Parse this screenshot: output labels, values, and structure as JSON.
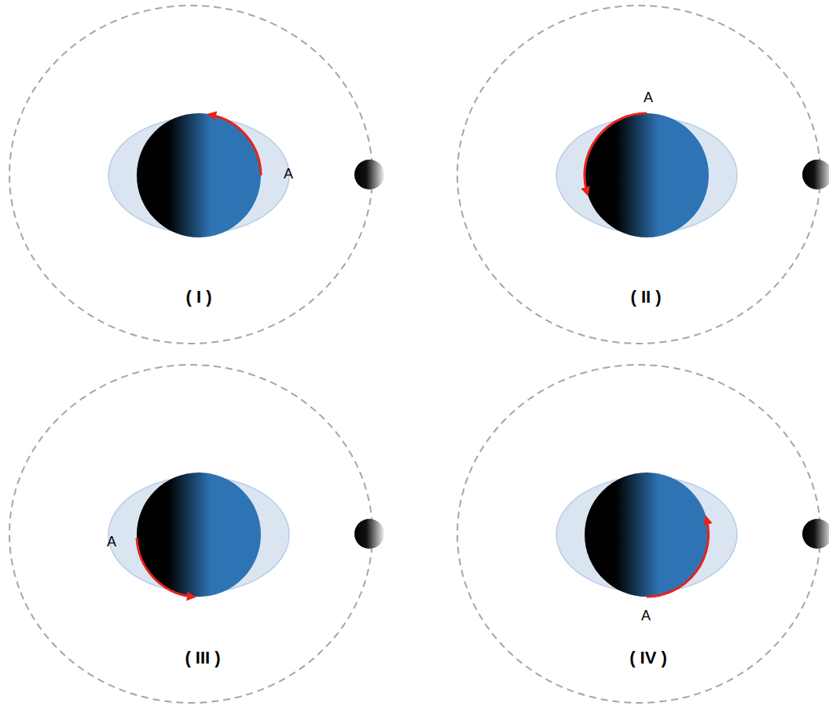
{
  "diagram": {
    "labels": [
      "A",
      "( I )",
      "A",
      "( II )",
      "A",
      "( III )",
      "A",
      "( IV )"
    ]
  }
}
